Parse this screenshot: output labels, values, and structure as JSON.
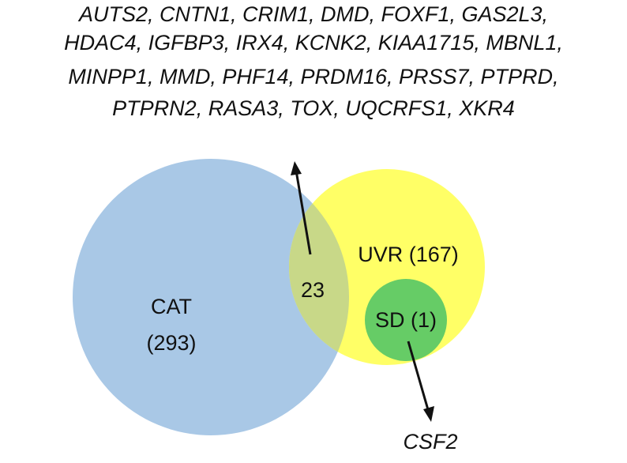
{
  "gene_list": {
    "lines": [
      "AUTS2, CNTN1, CRIM1, DMD, FOXF1, GAS2L3,",
      "HDAC4, IGFBP3, IRX4, KCNK2, KIAA1715, MBNL1,",
      "MINPP1, MMD, PHF14, PRDM16, PRSS7, PTPRD,",
      "PTPRN2, RASA3, TOX, UQCRFS1, XKR4"
    ]
  },
  "venn": {
    "sets": [
      {
        "id": "cat",
        "label": "CAT",
        "count": "(293)",
        "color": "#a9c8e6"
      },
      {
        "id": "uvr",
        "label": "UVR  (167)",
        "color": "#ffff66"
      },
      {
        "id": "sd",
        "label": "SD (1)",
        "color": "#66cc66"
      }
    ],
    "overlap_cat_uvr": {
      "label": "23",
      "color": "#c8d888"
    },
    "sd_callout": {
      "label": "CSF2"
    }
  }
}
